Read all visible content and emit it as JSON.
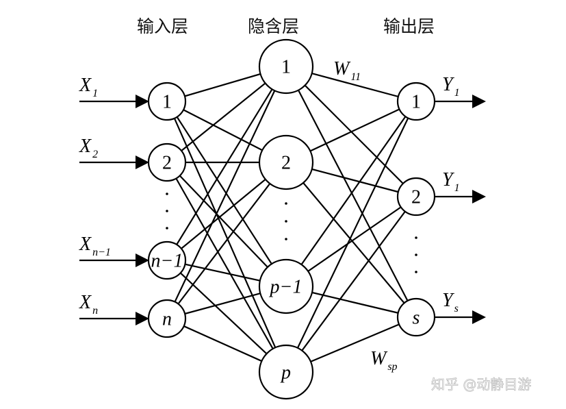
{
  "diagram": {
    "type": "feedforward-neural-network",
    "layers": [
      {
        "title": "输入层",
        "nodes": [
          "1",
          "2",
          "n−1",
          "n"
        ],
        "italic": [
          false,
          false,
          true,
          true
        ]
      },
      {
        "title": "隐含层",
        "nodes": [
          "1",
          "2",
          "p−1",
          "p"
        ],
        "italic": [
          false,
          false,
          true,
          true
        ]
      },
      {
        "title": "输出层",
        "nodes": [
          "1",
          "2",
          "s"
        ],
        "italic": [
          false,
          false,
          true
        ]
      }
    ],
    "inputs": [
      {
        "main": "X",
        "sub": "1"
      },
      {
        "main": "X",
        "sub": "2"
      },
      {
        "main": "X",
        "sub": "n−1"
      },
      {
        "main": "X",
        "sub": "n"
      }
    ],
    "outputs": [
      {
        "main": "Y",
        "sub": "1"
      },
      {
        "main": "Y",
        "sub": "1"
      },
      {
        "main": "Y",
        "sub": "s"
      }
    ],
    "weights": [
      {
        "main": "W",
        "sub": "11"
      },
      {
        "main": "W",
        "sub": "sp"
      }
    ],
    "ellipsis": "⋮",
    "connectivity": "fully-connected"
  },
  "watermark": "知乎 @动静目游"
}
